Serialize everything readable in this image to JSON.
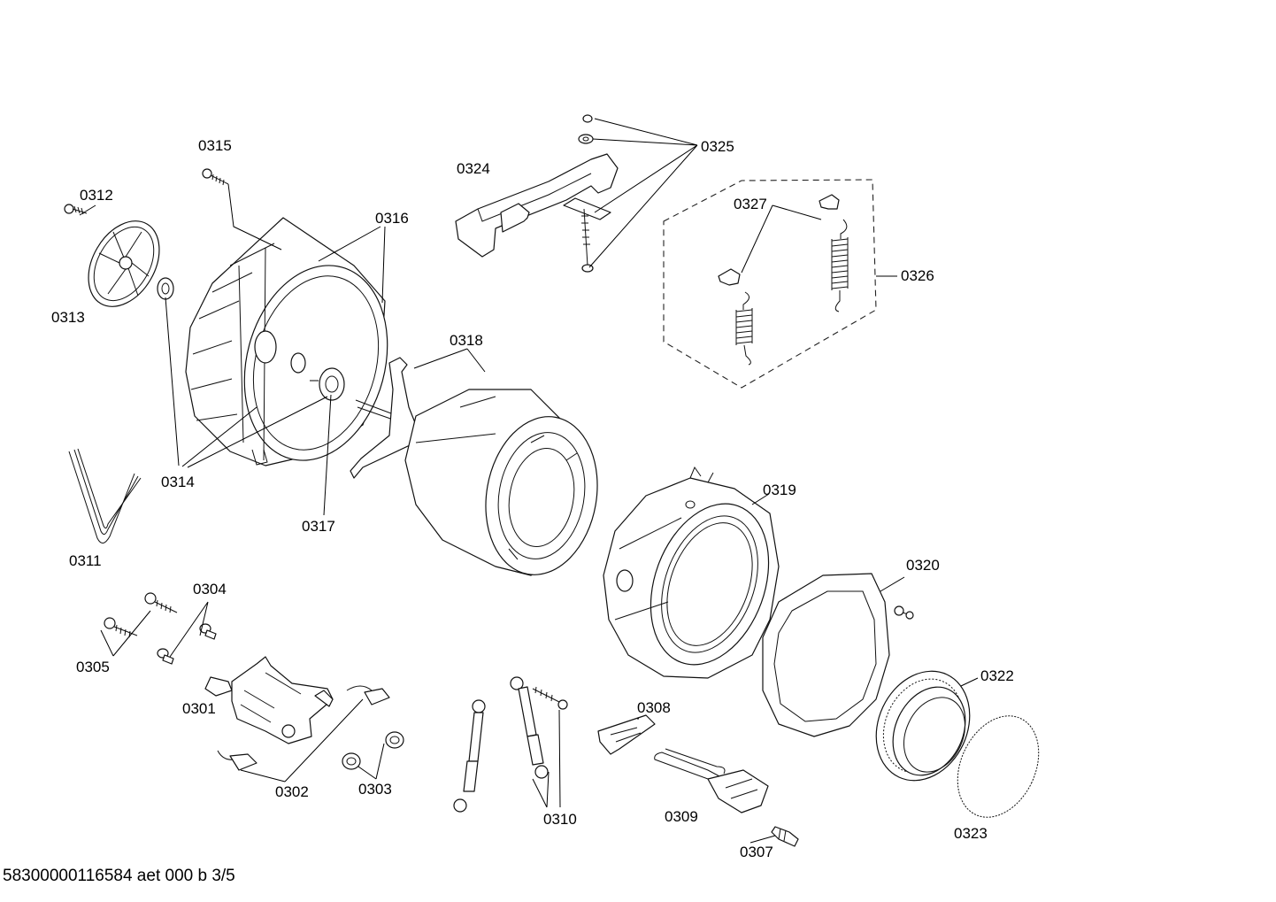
{
  "labels": {
    "l0301": "0301",
    "l0302": "0302",
    "l0303": "0303",
    "l0304": "0304",
    "l0305": "0305",
    "l0307": "0307",
    "l0308": "0308",
    "l0309": "0309",
    "l0310": "0310",
    "l0311": "0311",
    "l0312": "0312",
    "l0313": "0313",
    "l0314": "0314",
    "l0315": "0315",
    "l0316": "0316",
    "l0317": "0317",
    "l0318": "0318",
    "l0319": "0319",
    "l0320": "0320",
    "l0322": "0322",
    "l0323": "0323",
    "l0324": "0324",
    "l0325": "0325",
    "l0326": "0326",
    "l0327": "0327"
  },
  "footer": "58300000116584 aet 000 b 3/5"
}
